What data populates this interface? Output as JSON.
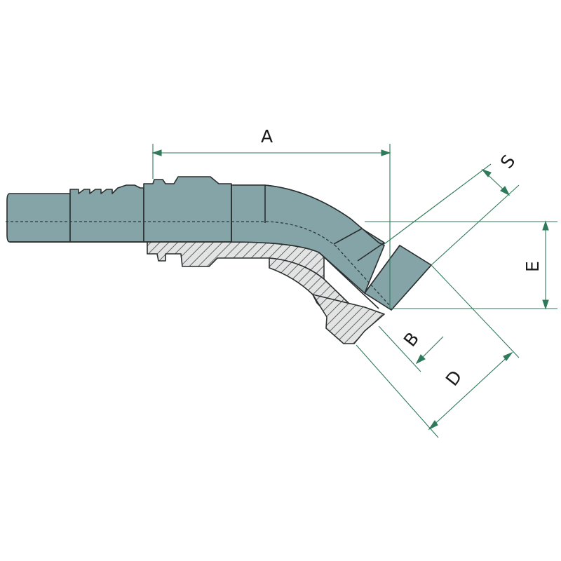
{
  "diagram": {
    "dimension_labels": {
      "a": "A",
      "s": "S",
      "e": "E",
      "b": "B",
      "d": "D"
    },
    "colors": {
      "body_fill": "#84a4a8",
      "body_outline": "#2a2f2f",
      "section_fill": "#e3e3e3",
      "hatch": "#5c6666",
      "dimension_line": "#2f7a5a",
      "centerline": "#2a3a3a",
      "background": "#ffffff"
    }
  }
}
